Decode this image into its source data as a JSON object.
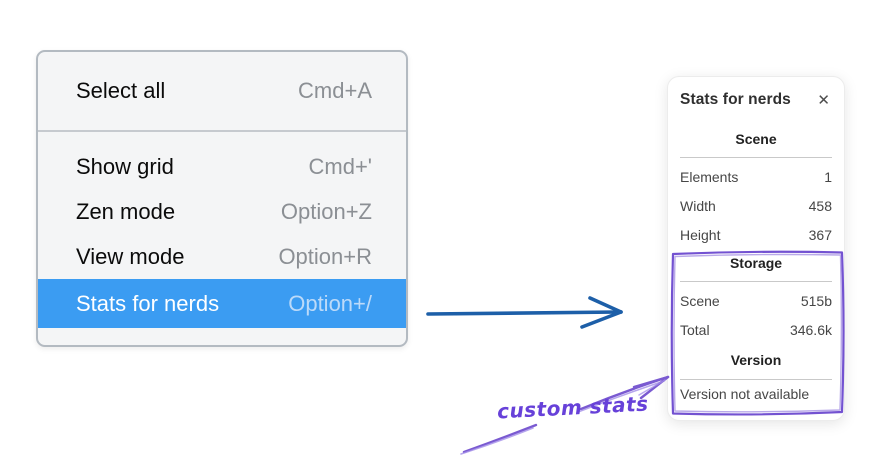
{
  "context_menu": {
    "items": [
      {
        "label": "Select all",
        "shortcut": "Cmd+A",
        "highlighted": false
      },
      {
        "label": "Show grid",
        "shortcut": "Cmd+'",
        "highlighted": false
      },
      {
        "label": "Zen mode",
        "shortcut": "Option+Z",
        "highlighted": false
      },
      {
        "label": "View mode",
        "shortcut": "Option+R",
        "highlighted": false
      },
      {
        "label": "Stats for nerds",
        "shortcut": "Option+/",
        "highlighted": true
      }
    ],
    "highlight_color": "#3b9cf2"
  },
  "stats_panel": {
    "title": "Stats for nerds",
    "close_glyph": "✕",
    "scene_section": {
      "header": "Scene",
      "rows": [
        {
          "label": "Elements",
          "value": "1"
        },
        {
          "label": "Width",
          "value": "458"
        },
        {
          "label": "Height",
          "value": "367"
        }
      ]
    },
    "storage_section": {
      "header": "Storage",
      "rows": [
        {
          "label": "Scene",
          "value": "515b"
        },
        {
          "label": "Total",
          "value": "346.6k"
        }
      ]
    },
    "version_section": {
      "header": "Version",
      "note": "Version not available"
    }
  },
  "annotation": {
    "label": "custom stats",
    "color": "#6741d9"
  },
  "colors": {
    "pointer_arrow_blue": "#1d5fa8",
    "sketch_purple": "#6c49cf"
  }
}
